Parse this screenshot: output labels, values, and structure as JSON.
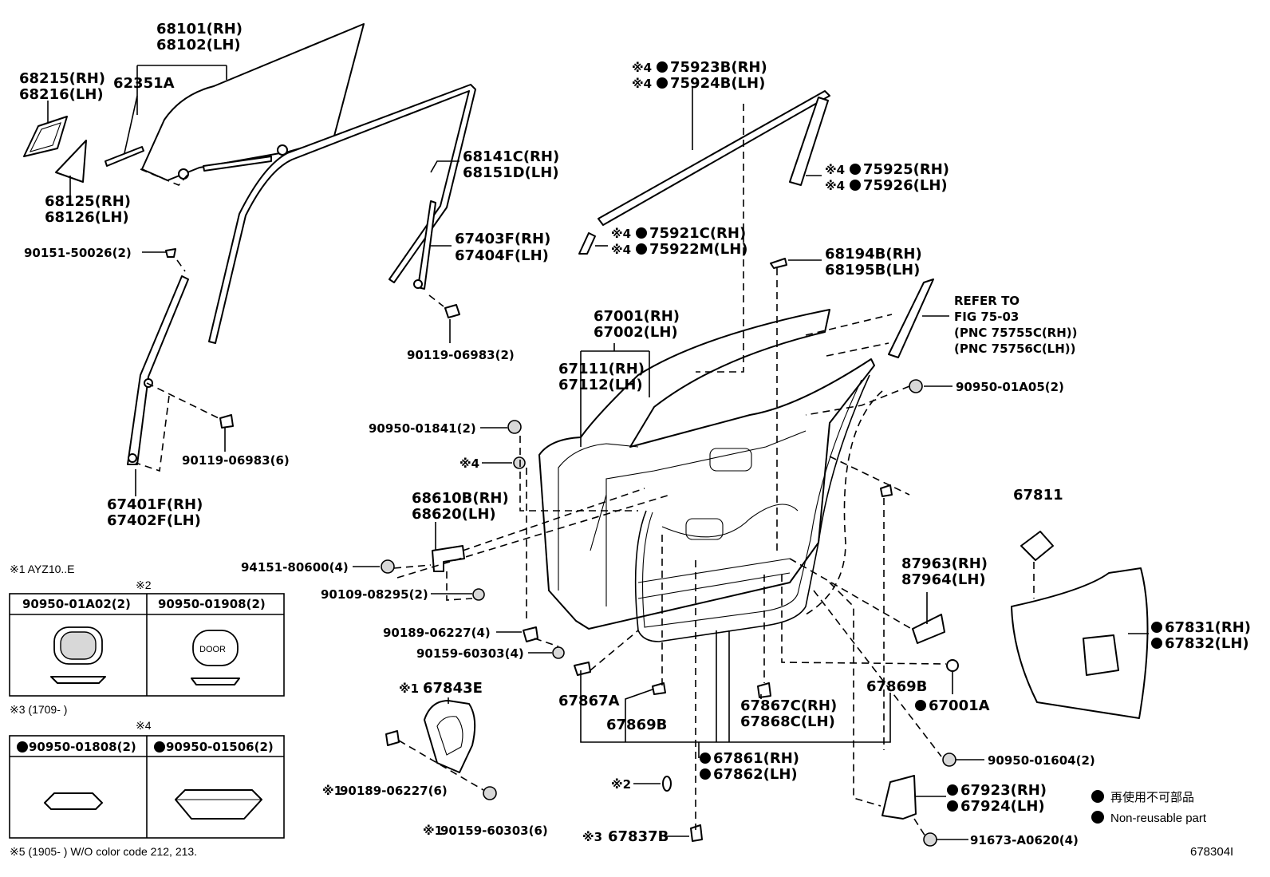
{
  "labels": {
    "l68101": "68101(RH)",
    "l68102": "68102(LH)",
    "l68215": "68215(RH)",
    "l68216": "68216(LH)",
    "l62351": "62351A",
    "l68125": "68125(RH)",
    "l68126": "68126(LH)",
    "l68141": "68141C(RH)",
    "l68151": "68151D(LH)",
    "l67403": "67403F(RH)",
    "l67404": "67404F(LH)",
    "l90151": "90151-50026(2)",
    "l90119a": "90119-06983(2)",
    "l90119b": "90119-06983(6)",
    "l67401": "67401F(RH)",
    "l67402": "67402F(LH)",
    "l75923": "75923B(RH)",
    "l75924": "75924B(LH)",
    "l75925": "75925(RH)",
    "l75926": "75926(LH)",
    "l75921": "75921C(RH)",
    "l75922": "75922M(LH)",
    "l68194": "68194B(RH)",
    "l68195": "68195B(LH)",
    "refer1": "REFER TO",
    "refer2": "FIG 75-03",
    "refer3": "(PNC 75755C(RH))",
    "refer4": "(PNC 75756C(LH))",
    "l67001": "67001(RH)",
    "l67002": "67002(LH)",
    "l67111": "67111(RH)",
    "l67112": "67112(LH)",
    "l90950a05": "90950-01A05(2)",
    "l90950841": "90950-01841(2)",
    "note4": "※4",
    "l68610": "68610B(RH)",
    "l68620": "68620(LH)",
    "l67811": "67811",
    "l94151": "94151-80600(4)",
    "l90109": "90109-08295(2)",
    "l87963": "87963(RH)",
    "l87964": "87964(LH)",
    "l90189a": "90189-06227(4)",
    "l90159a": "90159-60303(4)",
    "l67831": "67831(RH)",
    "l67832": "67832(LH)",
    "l67843": "67843E",
    "l67867a": "67867A",
    "l67869b1": "67869B",
    "l67869b2": "67869B",
    "l67001a": "67001A",
    "l67867c": "67867C(RH)",
    "l67868c": "67868C(LH)",
    "l90189b": "90189-06227(6)",
    "l67861": "67861(RH)",
    "l67862": "67862(LH)",
    "l90950604": "90950-01604(2)",
    "l90159b": "90159-60303(6)",
    "l67923": "67923(RH)",
    "l67924": "67924(LH)",
    "l67837": "67837B",
    "l91673": "91673-A0620(4)",
    "mark1": "※1",
    "mark2": "※2",
    "mark3": "※3",
    "mark4": "※4"
  },
  "notes": {
    "n1": "※1 AYZ10..E",
    "n2": "※2",
    "n3": "※3 (1709-      )",
    "n4": "※4",
    "n5": "※5 (1905-      ) W/O color code 212, 213.",
    "fig": "678304I"
  },
  "table2": {
    "c1": "90950-01A02(2)",
    "c2": "90950-01908(2)",
    "door": "DOOR"
  },
  "table4": {
    "c1": "90950-01808(2)",
    "c2": "90950-01506(2)"
  },
  "legend": {
    "jp": "再使用不可部品",
    "en": "Non-reusable part"
  }
}
